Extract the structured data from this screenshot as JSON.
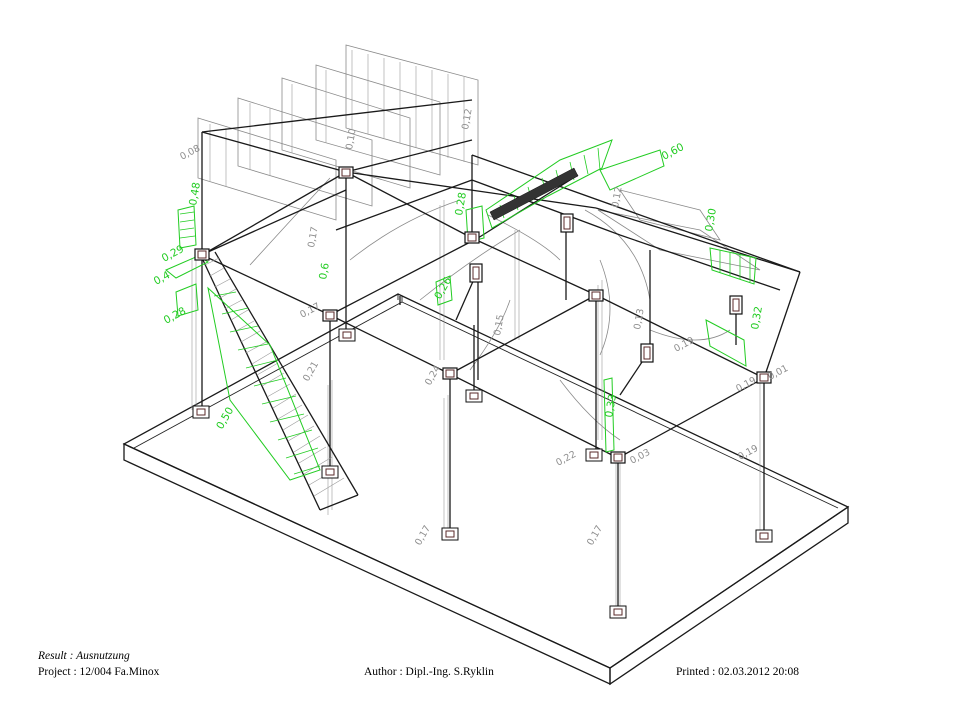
{
  "footer": {
    "result_label": "Result : Ausnutzung",
    "project_label": "Project : 12/004 Fa.Minox",
    "author_label": "Author : Dipl.-Ing. S.Ryklin",
    "printed_label": "Printed : 02.03.2012  20:08"
  },
  "labels_green": [
    "0,60",
    "0,48",
    "0,29",
    "0,4",
    "0,28",
    "0,50",
    "0,28",
    "0,30",
    "0,32",
    "0,33",
    "0,6",
    "0,26"
  ],
  "labels_gray": [
    "0,08",
    "0,12",
    "0,19",
    "0,17",
    "0,24",
    "0,17",
    "0,17",
    "0,22",
    "0,03",
    "0,19",
    "0,21",
    "0,17",
    "0,12",
    "0,01",
    "0,19",
    "0,10",
    "0,15",
    "0,13"
  ],
  "colors": {
    "frame": "#1a1a1a",
    "utilization_green": "#22cc22",
    "diagram_gray": "#8a8a8a"
  }
}
